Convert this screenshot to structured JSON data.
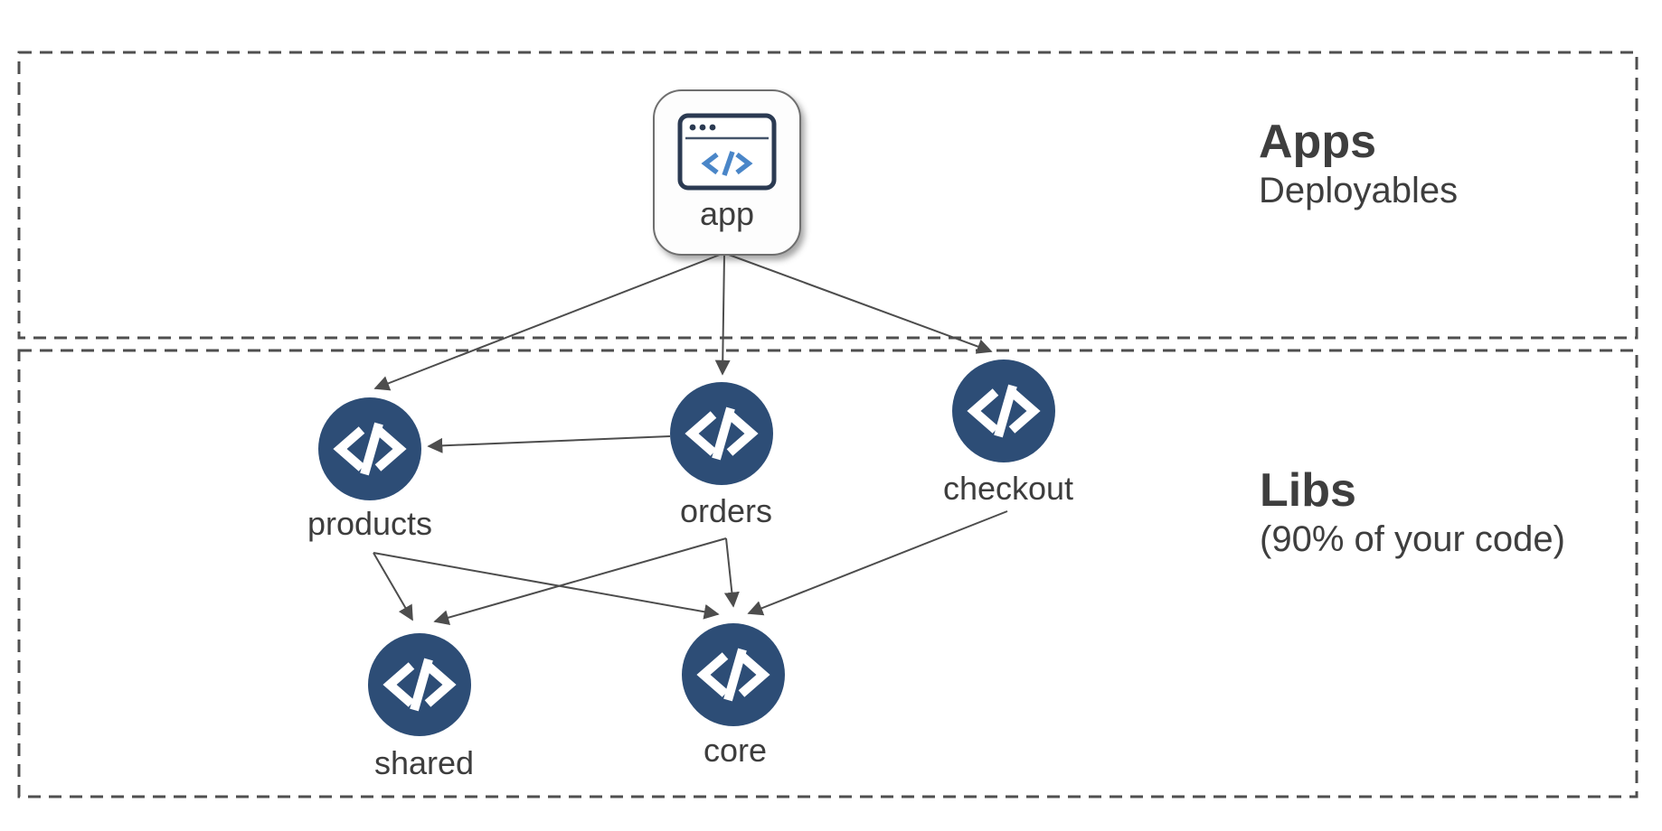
{
  "diagram": {
    "background": "#ffffff",
    "colors": {
      "node_fill": "#2d4d76",
      "node_glyph": "#ffffff",
      "edge": "#4d4d4d",
      "section_border": "#4f4f4f",
      "text": "#3d3d3d",
      "app_icon_stroke": "#2b3a52",
      "app_icon_code": "#4a86c8"
    },
    "sections": [
      {
        "id": "apps",
        "title": "Apps",
        "subtitle": "Deployables"
      },
      {
        "id": "libs",
        "title": "Libs",
        "subtitle": "(90% of your code)"
      }
    ],
    "nodes": [
      {
        "id": "app",
        "label": "app",
        "type": "application",
        "section": "apps",
        "icon": "browser-code-icon"
      },
      {
        "id": "products",
        "label": "products",
        "type": "library",
        "section": "libs",
        "icon": "code-circle-icon"
      },
      {
        "id": "orders",
        "label": "orders",
        "type": "library",
        "section": "libs",
        "icon": "code-circle-icon"
      },
      {
        "id": "checkout",
        "label": "checkout",
        "type": "library",
        "section": "libs",
        "icon": "code-circle-icon"
      },
      {
        "id": "shared",
        "label": "shared",
        "type": "library",
        "section": "libs",
        "icon": "code-circle-icon"
      },
      {
        "id": "core",
        "label": "core",
        "type": "library",
        "section": "libs",
        "icon": "code-circle-icon"
      }
    ],
    "edges": [
      {
        "from": "app",
        "to": "products"
      },
      {
        "from": "app",
        "to": "orders"
      },
      {
        "from": "app",
        "to": "checkout"
      },
      {
        "from": "orders",
        "to": "products"
      },
      {
        "from": "products",
        "to": "shared"
      },
      {
        "from": "products",
        "to": "core"
      },
      {
        "from": "orders",
        "to": "shared"
      },
      {
        "from": "orders",
        "to": "core"
      },
      {
        "from": "checkout",
        "to": "core"
      }
    ]
  }
}
